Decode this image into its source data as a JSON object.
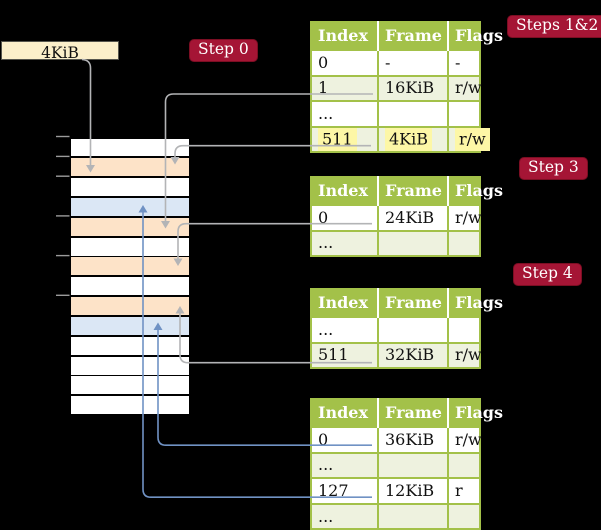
{
  "frame_box": {
    "label": "4KiB"
  },
  "badges": {
    "step0": "Step 0",
    "steps12": "Steps 1&2",
    "step3": "Step 3",
    "step4": "Step 4"
  },
  "memory": {
    "rows": [
      {
        "kind": "free"
      },
      {
        "kind": "table"
      },
      {
        "kind": "free"
      },
      {
        "kind": "page"
      },
      {
        "kind": "table"
      },
      {
        "kind": "free"
      },
      {
        "kind": "table"
      },
      {
        "kind": "free"
      },
      {
        "kind": "table"
      },
      {
        "kind": "page"
      },
      {
        "kind": "free"
      },
      {
        "kind": "free"
      },
      {
        "kind": "free"
      },
      {
        "kind": "free"
      }
    ]
  },
  "tables": [
    {
      "name": "level-4-table",
      "columns": [
        "Index",
        "Frame",
        "Flags"
      ],
      "rows": [
        {
          "index": "0",
          "frame": "-",
          "flags": "-",
          "shaded": false,
          "highlight": false
        },
        {
          "index": "1",
          "frame": "16KiB",
          "flags": "r/w",
          "shaded": true,
          "highlight": false
        },
        {
          "index": "...",
          "frame": "",
          "flags": "",
          "shaded": false,
          "highlight": false
        },
        {
          "index": "511",
          "frame": "4KiB",
          "flags": "r/w",
          "shaded": true,
          "highlight": true
        }
      ]
    },
    {
      "name": "level-3-table",
      "columns": [
        "Index",
        "Frame",
        "Flags"
      ],
      "rows": [
        {
          "index": "0",
          "frame": "24KiB",
          "flags": "r/w",
          "shaded": false,
          "highlight": false
        },
        {
          "index": "...",
          "frame": "",
          "flags": "",
          "shaded": true,
          "highlight": false
        }
      ]
    },
    {
      "name": "level-2-table",
      "columns": [
        "Index",
        "Frame",
        "Flags"
      ],
      "rows": [
        {
          "index": "...",
          "frame": "",
          "flags": "",
          "shaded": false,
          "highlight": false
        },
        {
          "index": "511",
          "frame": "32KiB",
          "flags": "r/w",
          "shaded": true,
          "highlight": false
        }
      ]
    },
    {
      "name": "level-1-table",
      "columns": [
        "Index",
        "Frame",
        "Flags"
      ],
      "rows": [
        {
          "index": "0",
          "frame": "36KiB",
          "flags": "r/w",
          "shaded": false,
          "highlight": false
        },
        {
          "index": "...",
          "frame": "",
          "flags": "",
          "shaded": true,
          "highlight": false
        },
        {
          "index": "127",
          "frame": "12KiB",
          "flags": "r",
          "shaded": false,
          "highlight": false
        },
        {
          "index": "...",
          "frame": "",
          "flags": "",
          "shaded": true,
          "highlight": false
        }
      ]
    }
  ],
  "colors": {
    "table-green": "#a3c149",
    "row-green": "#eef2df",
    "highlight-yellow": "#fdf7a6",
    "badge-red": "#a51535",
    "badge-border": "#7c0e23",
    "frame-orange": "#fde3c8",
    "frame-blue": "#dbe7f5",
    "box-cream": "#fbefca",
    "line-grey": "#b3b4b6",
    "line-blue": "#7092c4",
    "tick-grey": "#9b9b9b"
  }
}
